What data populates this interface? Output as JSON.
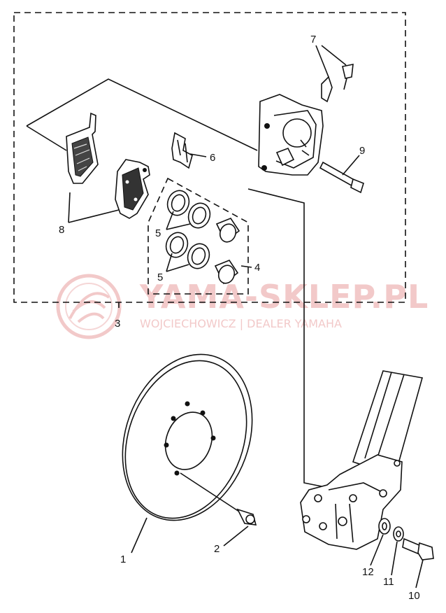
{
  "diagram": {
    "callouts": [
      {
        "id": "c1",
        "text": "1"
      },
      {
        "id": "c2",
        "text": "2"
      },
      {
        "id": "c3",
        "text": "3"
      },
      {
        "id": "c4",
        "text": "4"
      },
      {
        "id": "c5a",
        "text": "5"
      },
      {
        "id": "c5b",
        "text": "5"
      },
      {
        "id": "c6",
        "text": "6"
      },
      {
        "id": "c7",
        "text": "7"
      },
      {
        "id": "c8",
        "text": "8"
      },
      {
        "id": "c9",
        "text": "9"
      },
      {
        "id": "c10",
        "text": "10"
      },
      {
        "id": "c11",
        "text": "11"
      },
      {
        "id": "c12",
        "text": "12"
      }
    ],
    "watermark": {
      "brand": "YAMA-SKLEP.PL",
      "dealer": "WOJCIECHOWICZ | DEALER YAMAHA",
      "color": "#f2c9c9"
    }
  }
}
